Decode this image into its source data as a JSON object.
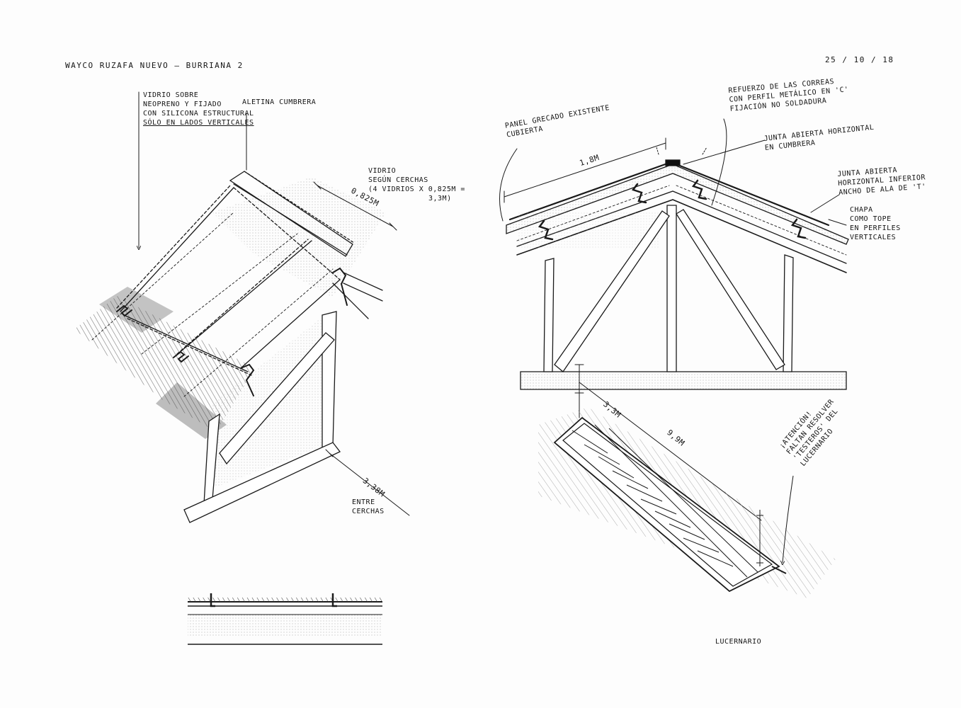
{
  "header": {
    "project": "WAYCO RUZAFA NUEVO — BURRIANA 2",
    "date": "25 / 10 / 18"
  },
  "left_sketch": {
    "note_glass_lines": [
      "VIDRIO SOBRE",
      "NEOPRENO Y FIJADO",
      "CON SILICONA ESTRUCTURAL",
      "SÓLO EN LADOS VERTICALES"
    ],
    "note_ridge": "ALETINA CUMBRERA",
    "note_glass_trusses": [
      "VIDRIO",
      "SEGÚN CERCHAS",
      "(4 VIDRIOS x 0,825M =",
      "3,3M)"
    ],
    "dim_glass": "0,825M",
    "dim_trusses": "3,38M",
    "note_between": [
      "ENTRE",
      "CERCHAS"
    ]
  },
  "right_sketch": {
    "note_panel": [
      "PANEL GRECADO EXISTENTE",
      "CUBIERTA"
    ],
    "note_purlins": [
      "REFUERZO DE LAS CORREAS",
      "CON PERFIL METÁLICO EN 'C'",
      "FIJACIÓN NO SOLDADURA"
    ],
    "note_ridge_joint": [
      "JUNTA ABIERTA HORIZONTAL",
      "EN CUMBRERA"
    ],
    "note_lower_joint": [
      "JUNTA ABIERTA",
      "HORIZONTAL INFERIOR",
      "ANCHO DE ALA DE 'T'"
    ],
    "note_sheet": [
      "CHAPA",
      "COMO TOPE",
      "EN PERFILES",
      "VERTICALES"
    ],
    "dim_panel": "1,8M",
    "dim_skylight_width": "3,3M",
    "dim_skylight_length": "9,9M",
    "note_attention": [
      "¡ATENCIÓN!",
      "FALTAN RESOLVER",
      "'TESTEROS' DEL",
      "LUCERNARIO"
    ],
    "label_skylight": "LUCERNARIO"
  }
}
